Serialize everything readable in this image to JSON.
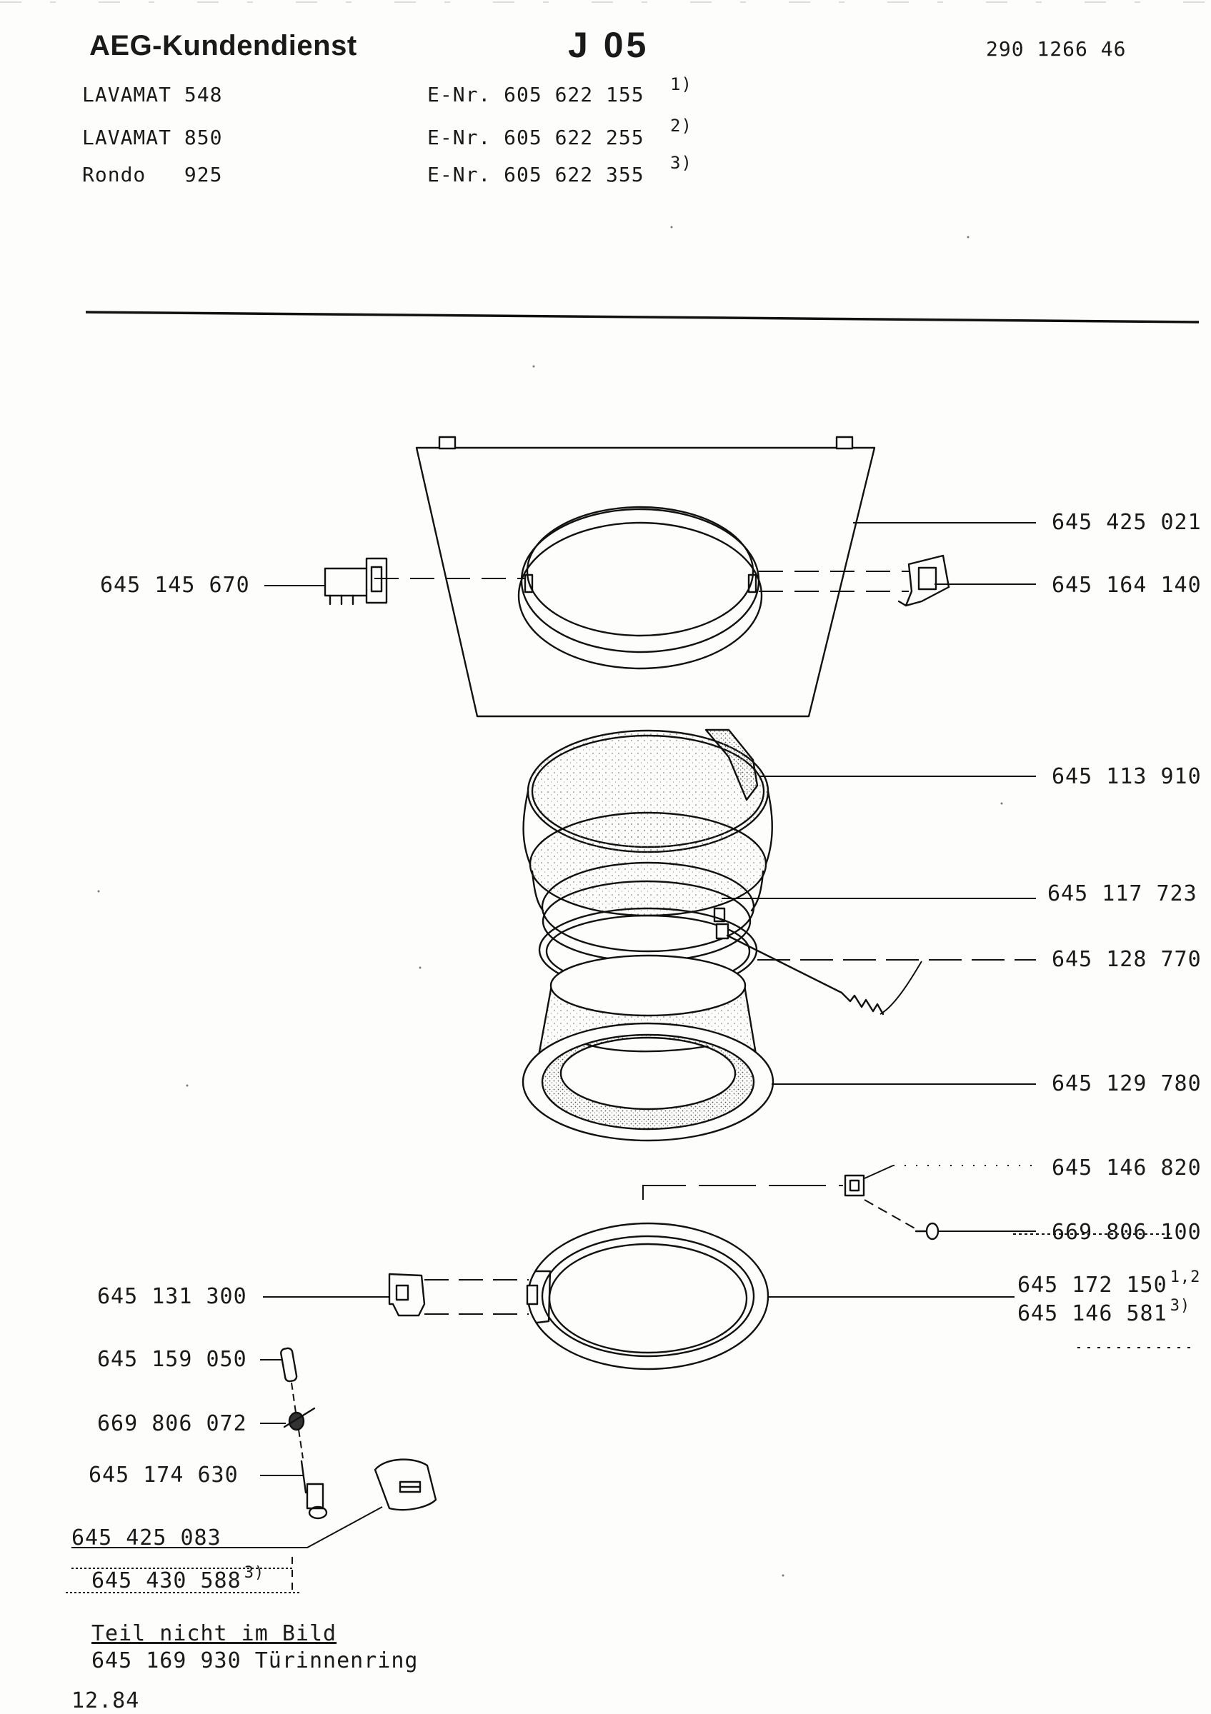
{
  "header": {
    "brand": "AEG-Kundendienst",
    "sheet_code": "J 05",
    "doc_number": "290 1266 46"
  },
  "models": [
    {
      "name": "LAVAMAT 548",
      "enr": "E-Nr. 605 622 155",
      "note": "1)"
    },
    {
      "name": "LAVAMAT 850",
      "enr": "E-Nr. 605 622 255",
      "note": "2)"
    },
    {
      "name": "Rondo   925",
      "enr": "E-Nr. 605 622 355",
      "note": "3)"
    }
  ],
  "parts": {
    "front_panel": "645 425 021",
    "door_lock_left": "645 145 670",
    "hinge_right": "645 164 140",
    "door_seal": "645 113 910",
    "seal_clamp": "645 117 723",
    "clamp_spring": "645 128 770",
    "door_glass": "645 129 780",
    "hinge_nut": "645 146 820",
    "screw": "669 806 100",
    "door_ring_a": "645 172 150",
    "door_ring_a_note": "1,2",
    "door_ring_b": "645 146 581",
    "door_ring_b_note": "3)",
    "door_catch": "645 131 300",
    "pin": "645 159 050",
    "spring": "669 806 072",
    "catch_pin": "645 174 630",
    "handle_a": "645 425 083",
    "handle_b": "645 430 588",
    "handle_b_note": "3)"
  },
  "footer": {
    "not_shown_heading": "Teil nicht im Bild",
    "not_shown_item": "645 169 930 Türinnenring",
    "date": "12.84"
  }
}
